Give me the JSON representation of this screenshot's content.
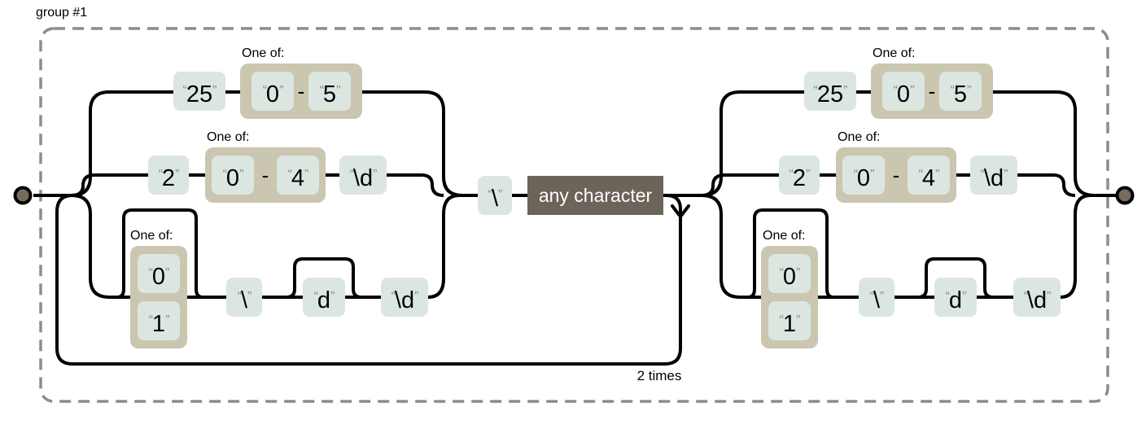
{
  "group": {
    "label": "group #1"
  },
  "repeat": {
    "label": "2 times"
  },
  "one_of": "One of:",
  "dash": "-",
  "quotes": {
    "open": "“",
    "close": "”"
  },
  "separator": {
    "backslash": "\\",
    "any": "any character"
  },
  "halves": [
    {
      "alt1": {
        "lit": "25",
        "range_from": "0",
        "range_to": "5"
      },
      "alt2": {
        "lit": "2",
        "range_from": "0",
        "range_to": "4",
        "digit": "\\d"
      },
      "alt3": {
        "opt1": "0",
        "opt2": "1",
        "backslash": "\\",
        "d": "d",
        "digit": "\\d"
      }
    },
    {
      "alt1": {
        "lit": "25",
        "range_from": "0",
        "range_to": "5"
      },
      "alt2": {
        "lit": "2",
        "range_from": "0",
        "range_to": "4",
        "digit": "\\d"
      },
      "alt3": {
        "opt1": "0",
        "opt2": "1",
        "backslash": "\\",
        "d": "d",
        "digit": "\\d"
      }
    }
  ],
  "colors": {
    "literal_bg": "#dce6e1",
    "container_bg": "#cac6b0",
    "any_char_bg": "#6c6359",
    "rail": "#000000",
    "group_border": "#918c84",
    "quote": "#8b8b8b",
    "node_fill": "#756c5e"
  }
}
